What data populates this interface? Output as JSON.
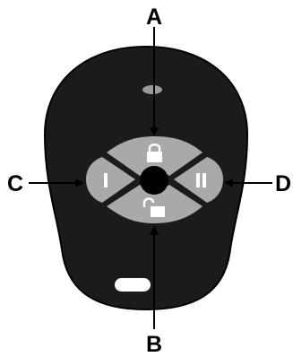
{
  "callouts": {
    "top": "A",
    "bottom": "B",
    "left": "C",
    "right": "D"
  },
  "buttons": {
    "left_symbol": "I",
    "right_symbol": "II"
  },
  "colors": {
    "body": "#1b1b1b",
    "button": "#a9a9a9",
    "center": "#000000",
    "glyph": "#ffffff",
    "line": "#000000"
  }
}
